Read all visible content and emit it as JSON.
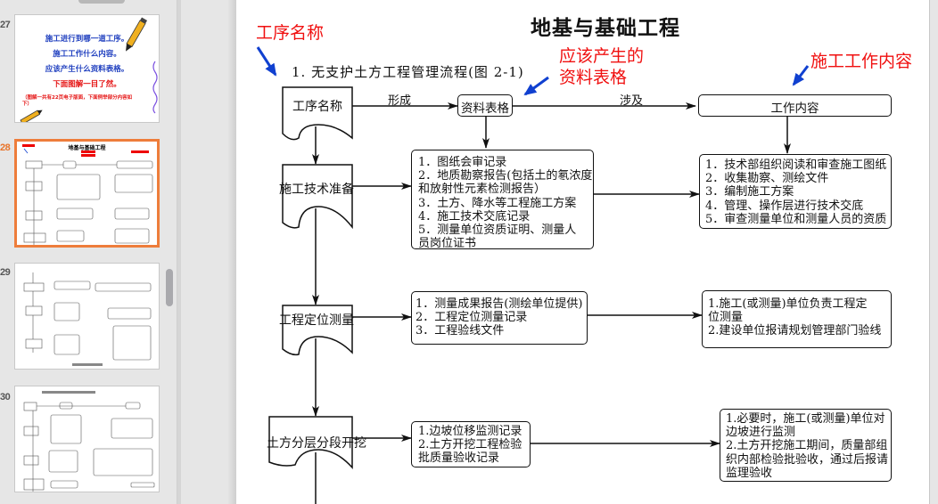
{
  "thumbnails": [
    {
      "number": "27",
      "lines": [
        "施工进行到哪一道工序。",
        "施工工作什么内容。",
        "应该产生什么资料表格。",
        "下面图解一目了然。"
      ],
      "note": "（图解一共有22页电子版面，下面例举部分内容如下）"
    },
    {
      "number": "28",
      "title": "地基与基础工程",
      "active": true
    },
    {
      "number": "29"
    },
    {
      "number": "30"
    }
  ],
  "slide": {
    "title": "地基与基础工程",
    "subtitle": "1. 无支护土方工程管理流程(图 2-1)",
    "annotations": {
      "process_name": "工序名称",
      "forms_line1": "应该产生的",
      "forms_line2": "资料表格",
      "work_content": "施工工作内容"
    },
    "colors": {
      "annotation_text": "#f01010",
      "annotation_arrow": "#1040d0",
      "active_thumb_border": "#ee7d3b"
    },
    "header_row": {
      "process": "工序名称",
      "edge_form": "形成",
      "forms": "资料表格",
      "edge_involve": "涉及",
      "content": "工作内容"
    },
    "steps": [
      {
        "name": "施工技术准备",
        "forms": [
          "1．图纸会审记录",
          "2．地质勘察报告(包括土的氡浓度",
          "和放射性元素检测报告）",
          "3．土方、降水等工程施工方案",
          "4．施工技术交底记录",
          "5．测量单位资质证明、测量人",
          "员岗位证书"
        ],
        "content": [
          "1．技术部组织阅读和审查施工图纸",
          "2．收集勘察、测绘文件",
          "3．编制施工方案",
          "4．管理、操作层进行技术交底",
          "5．审查测量单位和测量人员的资质"
        ]
      },
      {
        "name": "工程定位测量",
        "forms": [
          "1．测量成果报告(测绘单位提供)",
          "2．工程定位测量记录",
          "3．工程验线文件"
        ],
        "content": [
          "1.施工(或测量)单位负责工程定",
          "位测量",
          "2.建设单位报请规划管理部门验线"
        ]
      },
      {
        "name": "土方分层分段开挖",
        "forms": [
          "1.边坡位移监测记录",
          "2.土方开挖工程检验",
          "批质量验收记录"
        ],
        "content": [
          "1.必要时，施工(或测量)单位对",
          "边坡进行监测",
          "2.土方开挖施工期间，质量部组",
          "织内部检验批验收，通过后报请",
          "监理验收"
        ]
      }
    ]
  }
}
